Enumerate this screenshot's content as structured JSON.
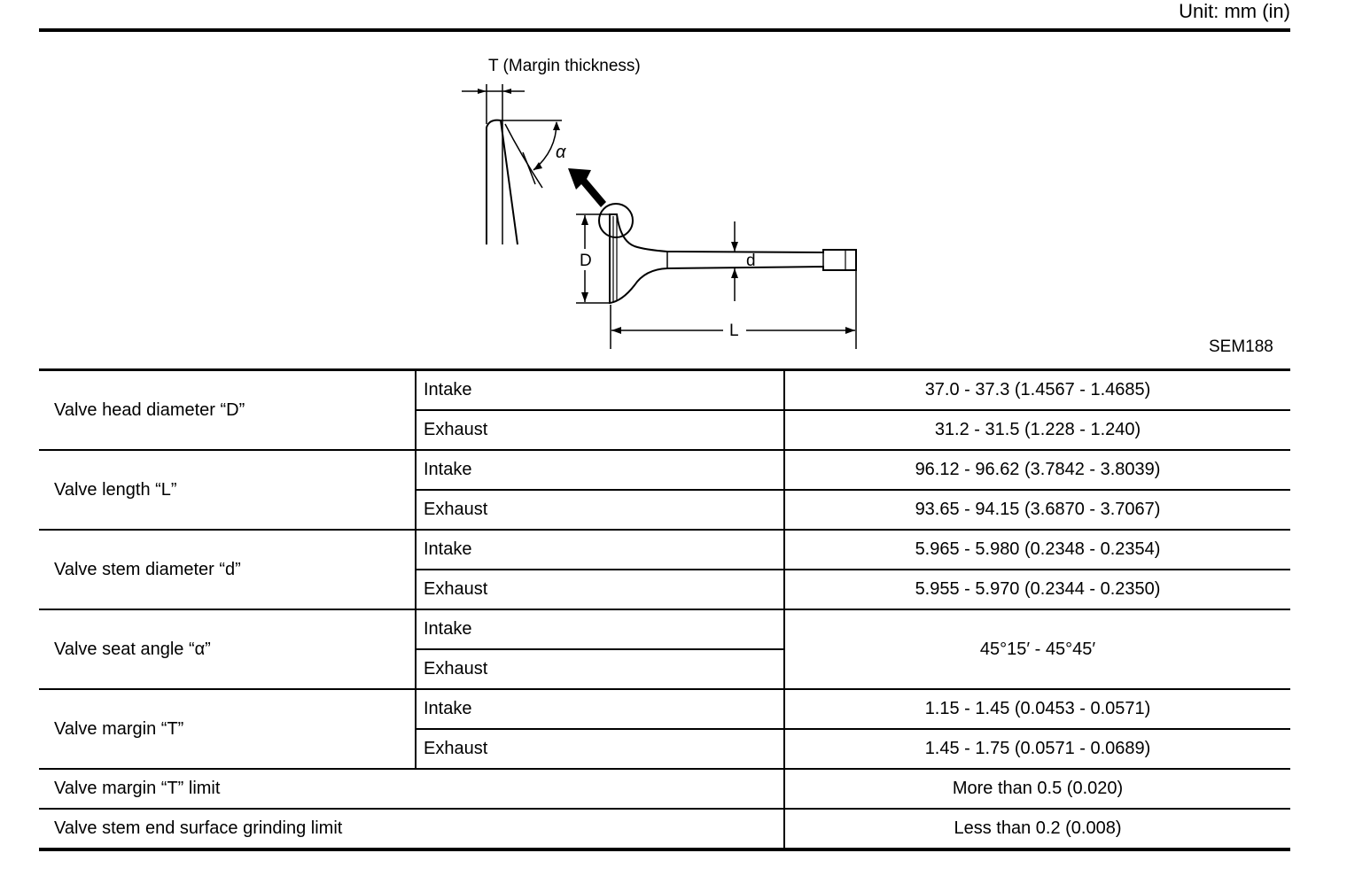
{
  "unit_label": "Unit: mm (in)",
  "figure": {
    "margin_label": "T (Margin thickness)",
    "alpha_label": "α",
    "d_big_label": "D",
    "d_small_label": "d",
    "l_label": "L",
    "figure_code": "SEM188"
  },
  "table": {
    "head_diameter": {
      "label": "Valve head diameter “D”",
      "intake": "Intake",
      "exhaust": "Exhaust",
      "intake_value": "37.0 - 37.3 (1.4567 - 1.4685)",
      "exhaust_value": "31.2 - 31.5 (1.228 - 1.240)"
    },
    "length": {
      "label": "Valve length “L”",
      "intake": "Intake",
      "exhaust": "Exhaust",
      "intake_value": "96.12 - 96.62 (3.7842 - 3.8039)",
      "exhaust_value": "93.65 - 94.15 (3.6870 - 3.7067)"
    },
    "stem_diameter": {
      "label": "Valve stem diameter “d”",
      "intake": "Intake",
      "exhaust": "Exhaust",
      "intake_value": "5.965 - 5.980 (0.2348 - 0.2354)",
      "exhaust_value": "5.955 - 5.970 (0.2344 - 0.2350)"
    },
    "seat_angle": {
      "label": "Valve seat angle “α”",
      "intake": "Intake",
      "exhaust": "Exhaust",
      "value": "45°15′ - 45°45′"
    },
    "margin": {
      "label": "Valve margin “T”",
      "intake": "Intake",
      "exhaust": "Exhaust",
      "intake_value": "1.15 - 1.45 (0.0453 - 0.0571)",
      "exhaust_value": "1.45 - 1.75 (0.0571 - 0.0689)"
    },
    "margin_limit": {
      "label": "Valve margin “T” limit",
      "value": "More than 0.5 (0.020)"
    },
    "grinding_limit": {
      "label": "Valve stem end surface grinding limit",
      "value": "Less than 0.2 (0.008)"
    }
  }
}
